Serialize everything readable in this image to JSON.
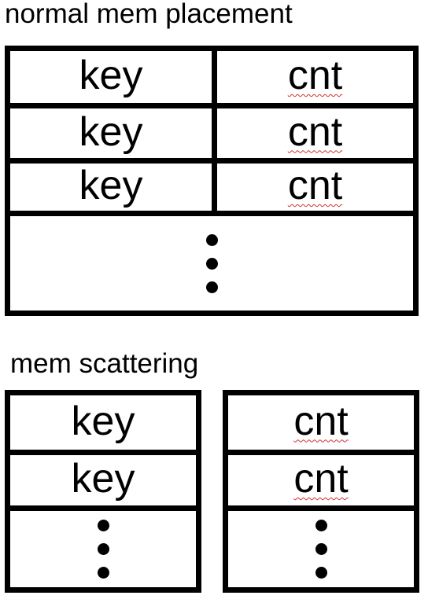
{
  "normal_section": {
    "title": "normal mem placement",
    "rows": [
      {
        "key": "key",
        "cnt": "cnt"
      },
      {
        "key": "key",
        "cnt": "cnt"
      },
      {
        "key": "key",
        "cnt": "cnt"
      }
    ],
    "continuation": "vertical-ellipsis"
  },
  "scatter_section": {
    "title": "mem scattering",
    "key_array": {
      "rows": [
        "key",
        "key"
      ],
      "continuation": "vertical-ellipsis"
    },
    "cnt_array": {
      "rows": [
        "cnt",
        "cnt"
      ],
      "continuation": "vertical-ellipsis"
    }
  },
  "colors": {
    "stroke": "#000000",
    "spellcheck_squiggle": "#d03030"
  }
}
